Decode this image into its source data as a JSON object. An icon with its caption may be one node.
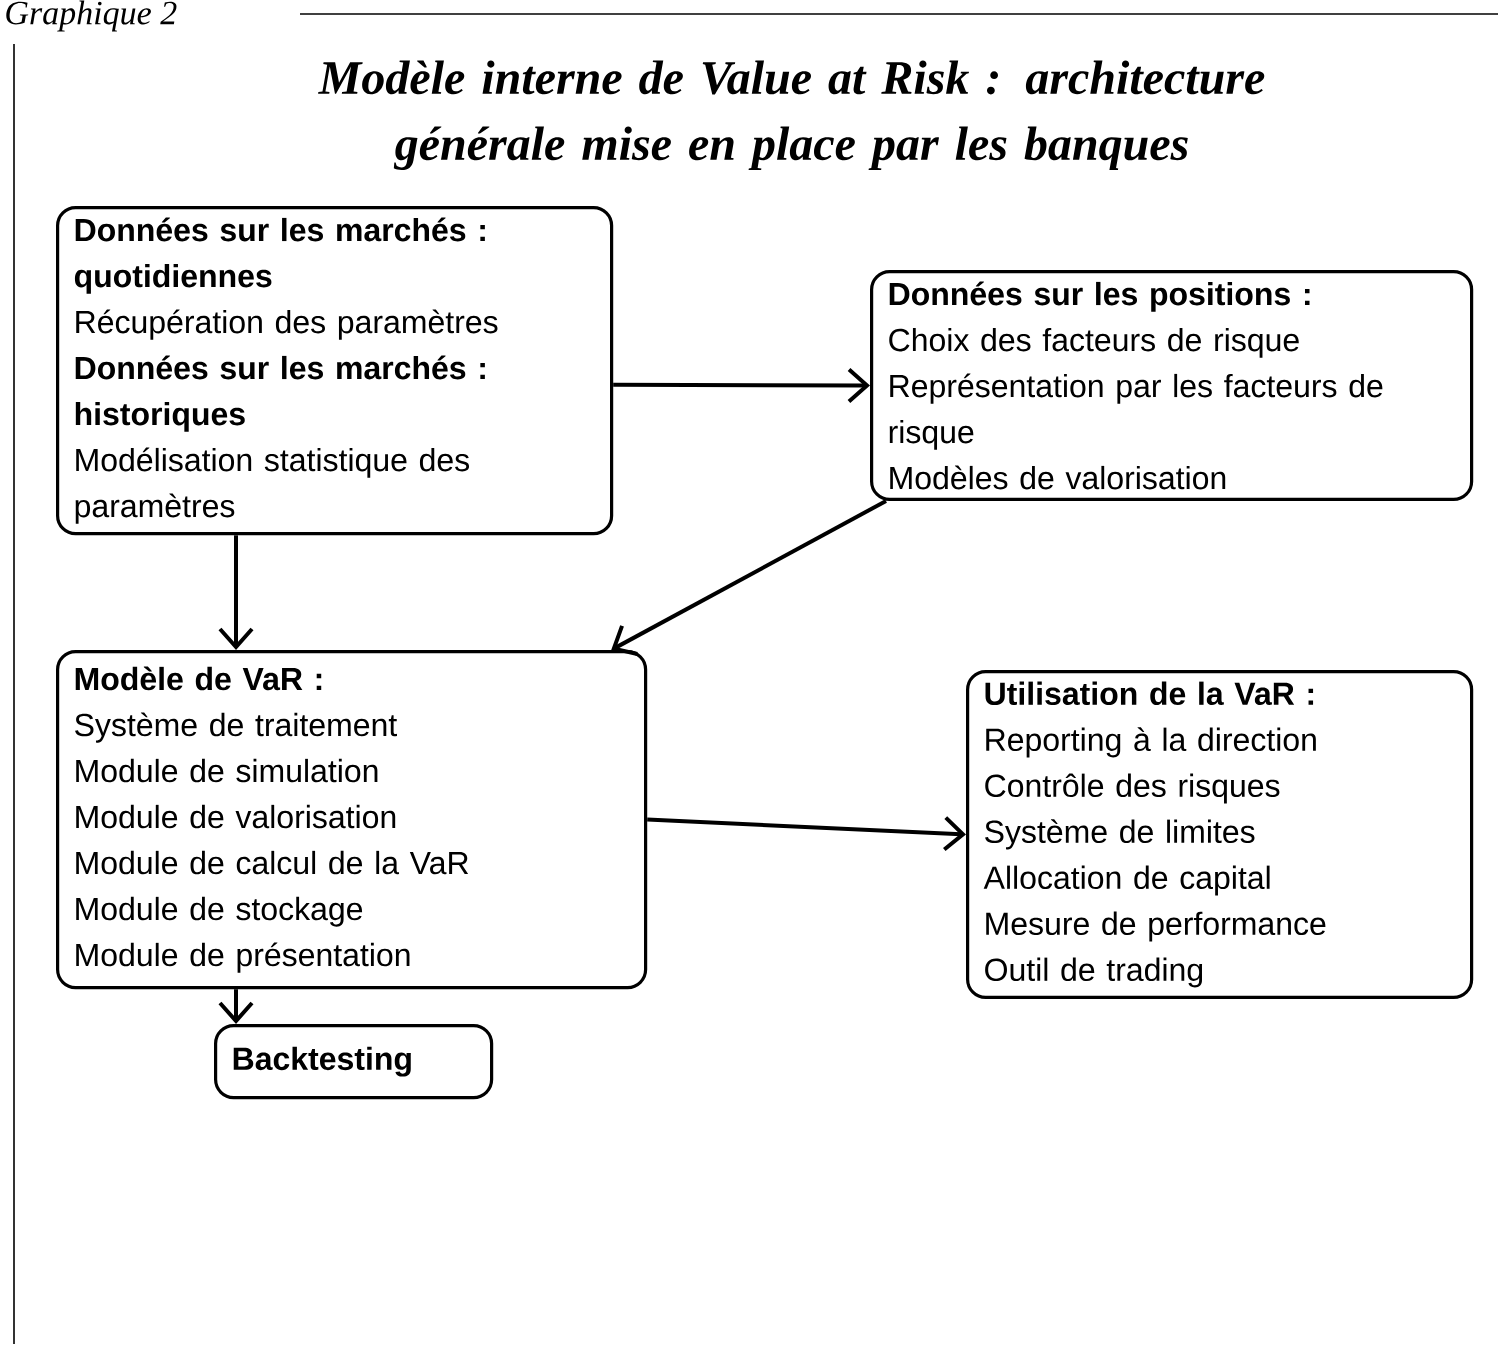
{
  "diagram": {
    "title": "Modèle interne de Value at Risk : architecture générale mise en place par les banques",
    "nodes": [
      {
        "text": [
          "Données sur les marchés : quotidiennes",
          "Récupération des paramètres",
          "Données sur les marchés : historiques",
          "Modélisation statistique des paramètres"
        ]
      },
      {
        "text": [
          "Données sur les positions :",
          "Choix des facteurs de risque",
          "Représentation par les facteurs de risque",
          "Modèles de valorisation"
        ]
      },
      {
        "text": [
          "Modèle de VaR :",
          "Système de traitement",
          "Module de simulation",
          "Module de valorisation",
          "Module de calcul de la VaR",
          "Module de stockage",
          "Module de présentation"
        ]
      },
      {
        "text": [
          "Utilisation de la VaR :",
          "Reporting à la direction",
          "Contrôle des risques",
          "Système de limites",
          "Allocation de capital",
          "Mesure de performance",
          "Outil de trading"
        ]
      },
      {
        "text": [
          "Backtesting"
        ]
      }
    ],
    "edges": [
      {
        "from": 0,
        "to": 1,
        "arrow": "to"
      },
      {
        "from": 0,
        "to": 2,
        "arrow": "to"
      },
      {
        "from": 1,
        "to": 2,
        "arrow": "to"
      },
      {
        "from": 2,
        "to": 3,
        "arrow": "to"
      },
      {
        "from": 2,
        "to": 4,
        "arrow": "to"
      }
    ],
    "labels": [
      "Graphique 2"
    ]
  }
}
